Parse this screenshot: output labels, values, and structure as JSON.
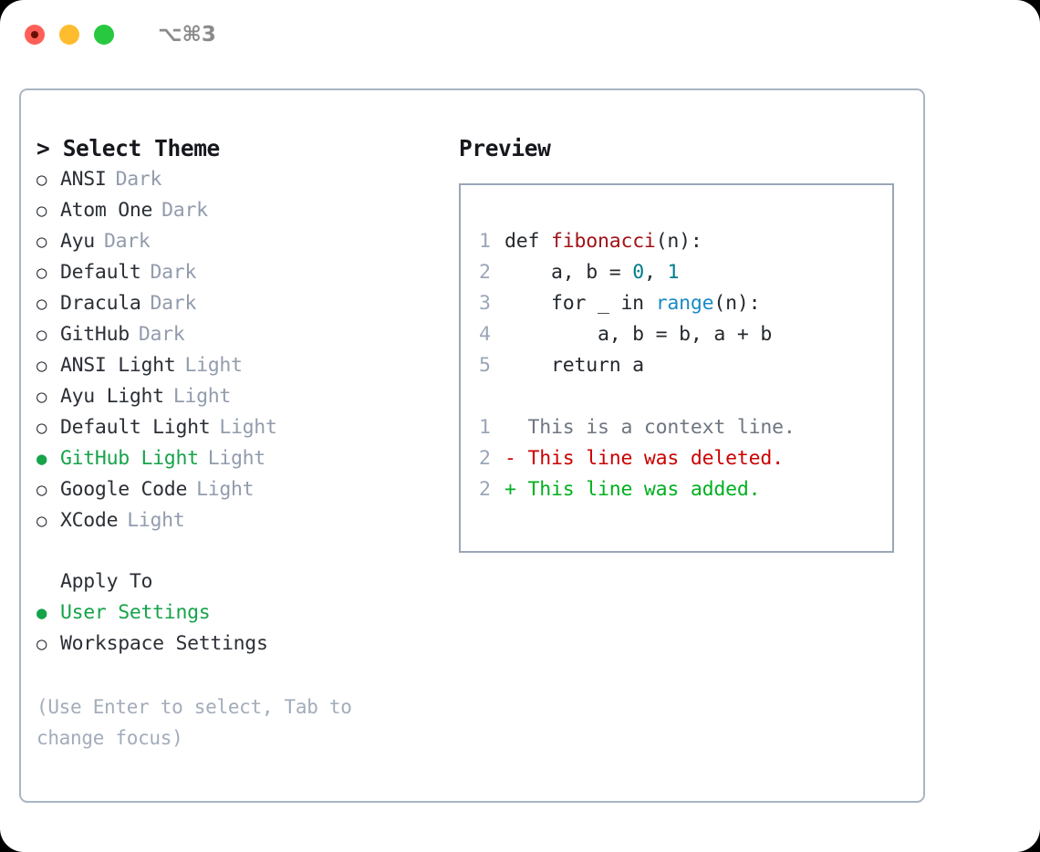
{
  "titlebar": {
    "shortcut": "⌥⌘3",
    "buttons": [
      "close",
      "minimize",
      "maximize"
    ]
  },
  "theme_picker": {
    "header": "> Select Theme",
    "items": [
      {
        "marker": "○",
        "name": "ANSI",
        "variant": "Dark",
        "selected": false
      },
      {
        "marker": "○",
        "name": "Atom One",
        "variant": "Dark",
        "selected": false
      },
      {
        "marker": "○",
        "name": "Ayu",
        "variant": "Dark",
        "selected": false
      },
      {
        "marker": "○",
        "name": "Default",
        "variant": "Dark",
        "selected": false
      },
      {
        "marker": "○",
        "name": "Dracula",
        "variant": "Dark",
        "selected": false
      },
      {
        "marker": "○",
        "name": "GitHub",
        "variant": "Dark",
        "selected": false
      },
      {
        "marker": "○",
        "name": "ANSI Light",
        "variant": "Light",
        "selected": false
      },
      {
        "marker": "○",
        "name": "Ayu Light",
        "variant": "Light",
        "selected": false
      },
      {
        "marker": "○",
        "name": "Default Light",
        "variant": "Light",
        "selected": false
      },
      {
        "marker": "●",
        "name": "GitHub Light",
        "variant": "Light",
        "selected": true
      },
      {
        "marker": "○",
        "name": "Google Code",
        "variant": "Light",
        "selected": false
      },
      {
        "marker": "○",
        "name": "XCode",
        "variant": "Light",
        "selected": false
      }
    ]
  },
  "apply_to": {
    "header": "Apply To",
    "items": [
      {
        "marker": "●",
        "name": "User Settings",
        "selected": true
      },
      {
        "marker": "○",
        "name": "Workspace Settings",
        "selected": false
      }
    ]
  },
  "hint": "(Use Enter to select, Tab to change focus)",
  "preview": {
    "header": "Preview",
    "code": [
      {
        "no": "1",
        "tokens": [
          {
            "t": "def ",
            "c": "kw"
          },
          {
            "t": "fibonacci",
            "c": "fn"
          },
          {
            "t": "(n):",
            "c": "plain"
          }
        ]
      },
      {
        "no": "2",
        "tokens": [
          {
            "t": "    a, b = ",
            "c": "plain"
          },
          {
            "t": "0",
            "c": "num"
          },
          {
            "t": ", ",
            "c": "plain"
          },
          {
            "t": "1",
            "c": "num"
          }
        ]
      },
      {
        "no": "3",
        "tokens": [
          {
            "t": "    for _ in ",
            "c": "plain"
          },
          {
            "t": "range",
            "c": "call"
          },
          {
            "t": "(n):",
            "c": "plain"
          }
        ]
      },
      {
        "no": "4",
        "tokens": [
          {
            "t": "        a, b = b, a + b",
            "c": "plain"
          }
        ]
      },
      {
        "no": "5",
        "tokens": [
          {
            "t": "    return a",
            "c": "plain"
          }
        ]
      }
    ],
    "diff": [
      {
        "no": "1",
        "sign": " ",
        "text": "  This is a context line.",
        "kind": "ctx"
      },
      {
        "no": "2",
        "sign": "-",
        "text": "- This line was deleted.",
        "kind": "del"
      },
      {
        "no": "2",
        "sign": "+",
        "text": "+ This line was added.",
        "kind": "add"
      }
    ]
  },
  "colors": {
    "accent_green": "#16a34a",
    "muted": "#929cad",
    "border": "#aab4c4",
    "preview_border": "#9aa6b8",
    "diff_added": "#00b020",
    "diff_deleted": "#cc0000",
    "fn_name": "#a11217",
    "number": "#007e8a",
    "builtin": "#1a8ac4"
  }
}
